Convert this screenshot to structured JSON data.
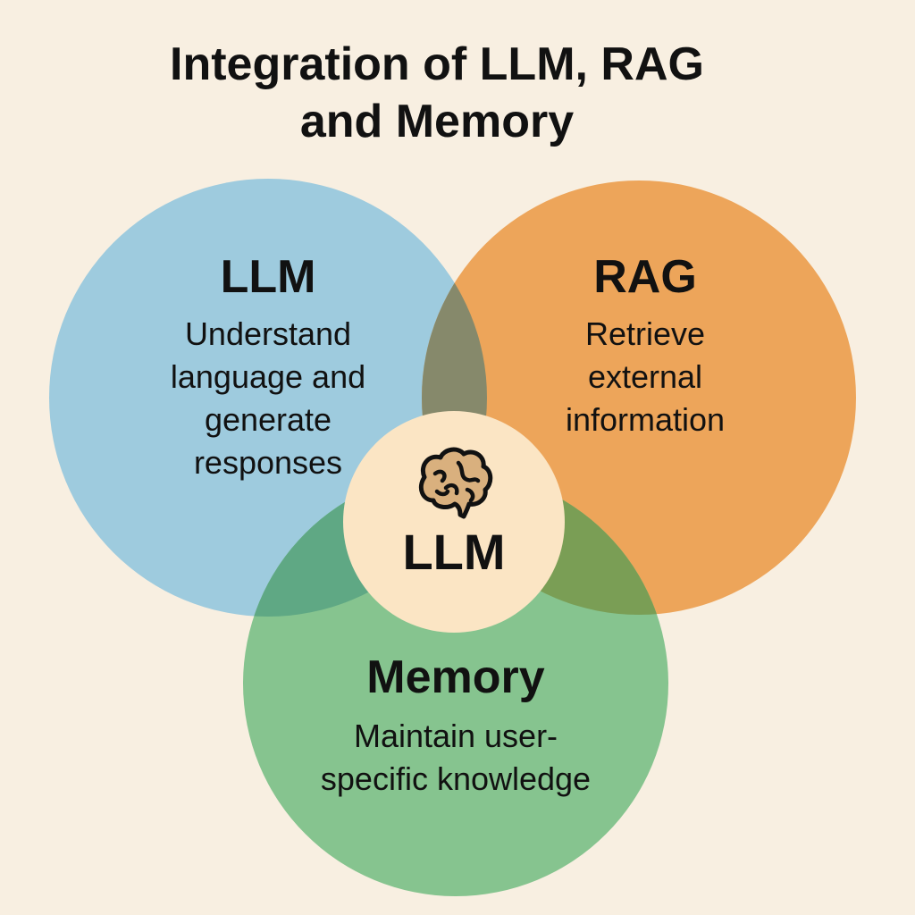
{
  "title": {
    "line1": "Integration of LLM, RAG",
    "line2": "and Memory"
  },
  "colors": {
    "background": "#f8efe1",
    "llm": "#9ecbde",
    "rag": "#eda55a",
    "memory": "#86c48f",
    "llm_rag_overlap": "#86896b",
    "llm_memory_overlap": "#5fa884",
    "rag_memory_overlap": "#7a9e55",
    "center": "#fbe5c4",
    "brain_fill": "#d9b07e",
    "text": "#111111"
  },
  "sets": {
    "llm": {
      "heading": "LLM",
      "description": [
        "Understand",
        "language and",
        "generate",
        "responses"
      ]
    },
    "rag": {
      "heading": "RAG",
      "description": [
        "Retrieve",
        "external",
        "information"
      ]
    },
    "memory": {
      "heading": "Memory",
      "description": [
        "Maintain user-",
        "specific knowledge"
      ]
    }
  },
  "center": {
    "icon": "brain-icon",
    "label": "LLM"
  }
}
